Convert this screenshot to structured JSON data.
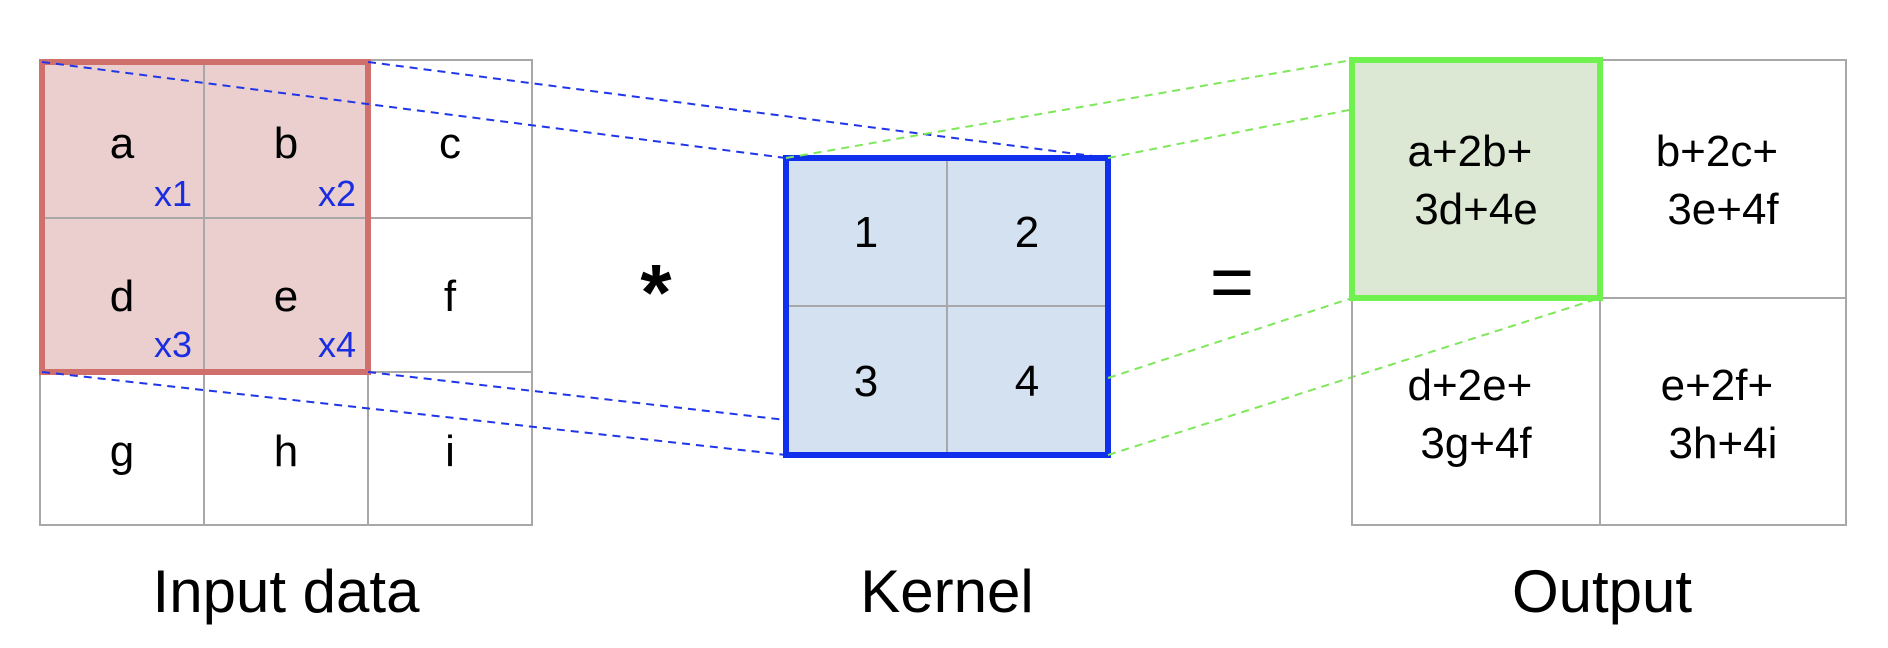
{
  "input": {
    "label": "Input data",
    "cells": [
      [
        "a",
        "b",
        "c"
      ],
      [
        "d",
        "e",
        "f"
      ],
      [
        "g",
        "h",
        "i"
      ]
    ],
    "weights": [
      [
        "x1",
        "x2"
      ],
      [
        "x3",
        "x4"
      ]
    ]
  },
  "operators": {
    "convolution": "*",
    "equals": "="
  },
  "kernel": {
    "label": "Kernel",
    "cells": [
      [
        "1",
        "2"
      ],
      [
        "3",
        "4"
      ]
    ]
  },
  "output": {
    "label": "Output",
    "cells": [
      [
        "a+2b+\n3d+4e",
        "b+2c+\n3e+4f"
      ],
      [
        "d+2e+\n3g+4f",
        "e+2f+\n3h+4i"
      ]
    ]
  },
  "colors": {
    "input_highlight_fill": "#ebcfcf",
    "input_highlight_border": "#d0706c",
    "kernel_fill": "#d4e1f1",
    "kernel_border": "#1030ee",
    "output_highlight_fill": "#dce8d3",
    "output_highlight_border": "#6ff24f",
    "grid_line": "#a8a8a8",
    "weight_text": "#1a2ee0",
    "blue_dashes": "#2035e8",
    "green_dashes": "#7ee85a"
  }
}
